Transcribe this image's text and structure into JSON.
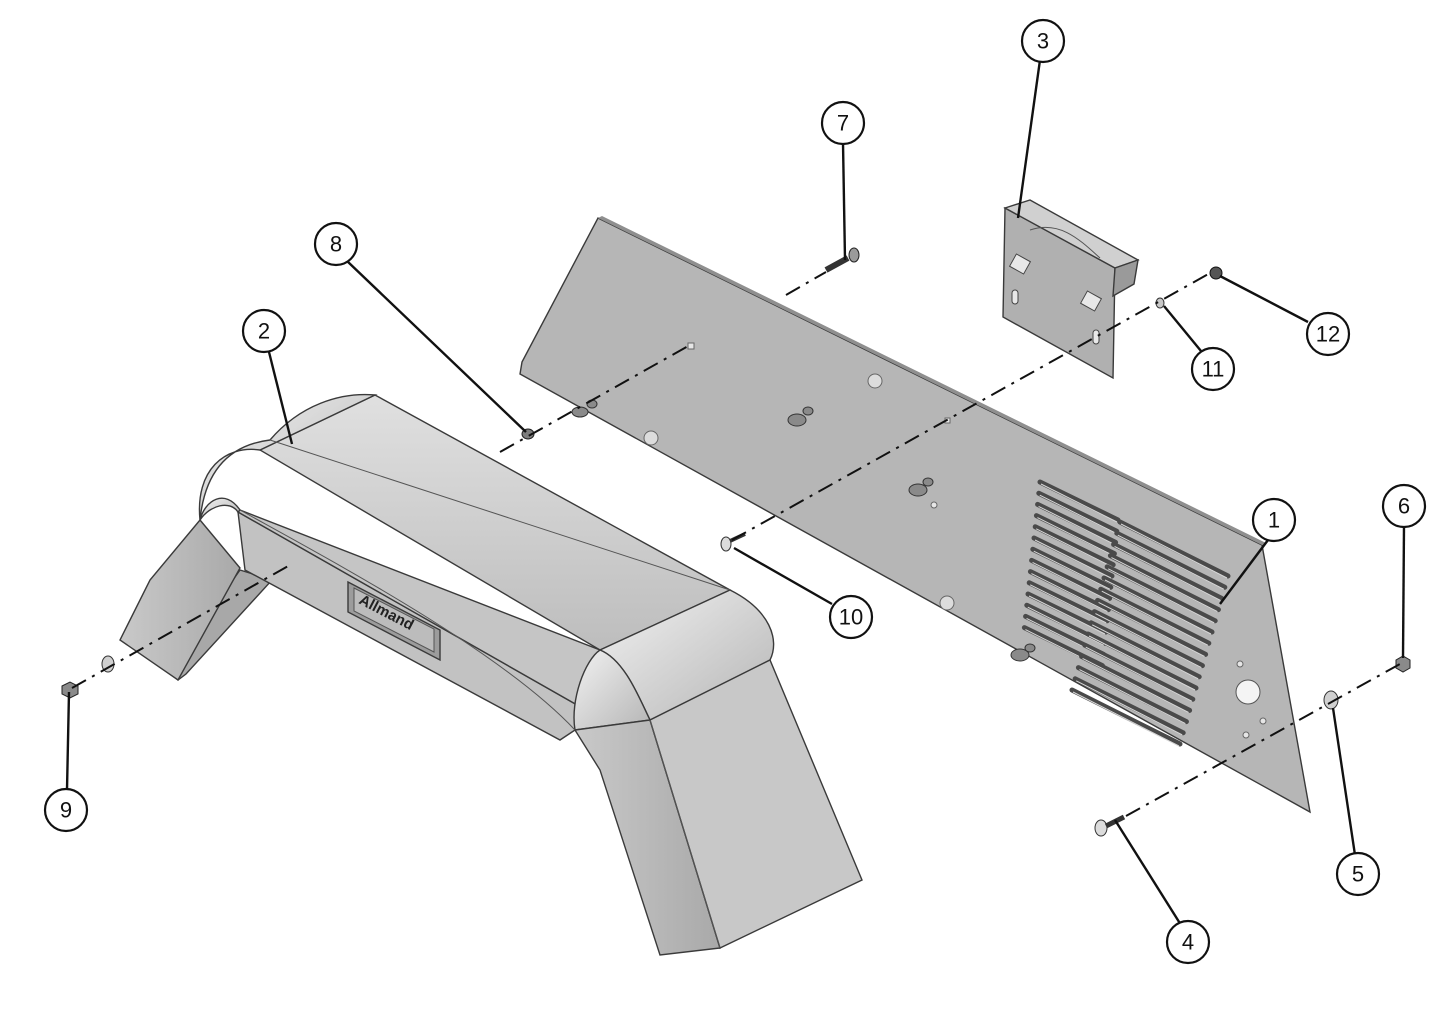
{
  "callouts": [
    {
      "id": "1",
      "label": "1"
    },
    {
      "id": "2",
      "label": "2"
    },
    {
      "id": "3",
      "label": "3"
    },
    {
      "id": "4",
      "label": "4"
    },
    {
      "id": "5",
      "label": "5"
    },
    {
      "id": "6",
      "label": "6"
    },
    {
      "id": "7",
      "label": "7"
    },
    {
      "id": "8",
      "label": "8"
    },
    {
      "id": "9",
      "label": "9"
    },
    {
      "id": "10",
      "label": "10"
    },
    {
      "id": "11",
      "label": "11"
    },
    {
      "id": "12",
      "label": "12"
    }
  ],
  "fender_logo_text": "Allmand",
  "colors": {
    "part_fill": "#b9b9b9",
    "part_light": "#d6d6d6",
    "part_dark": "#9a9a9a",
    "line": "#111111"
  }
}
